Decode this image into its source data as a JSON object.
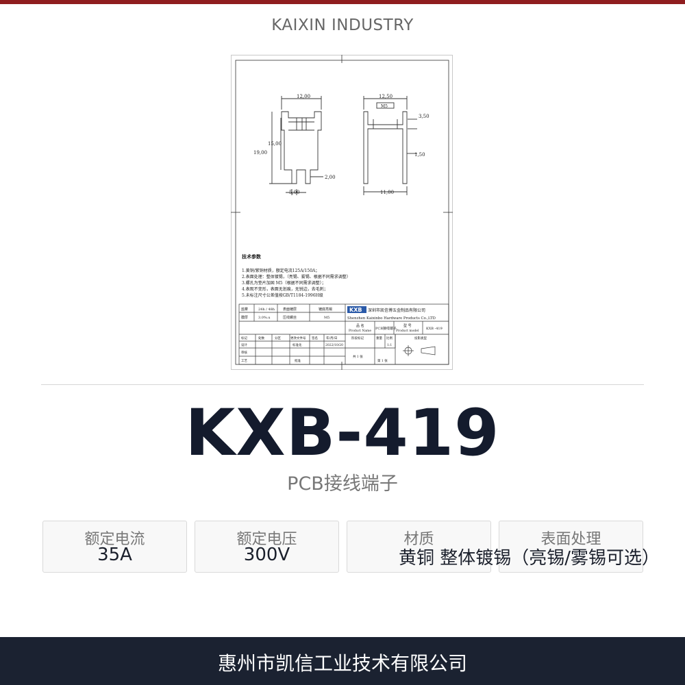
{
  "header": {
    "brand": "KAIXIN INDUSTRY"
  },
  "drawing": {
    "dims": {
      "d12": "12,00",
      "d15": "15,00",
      "d19": "19,00",
      "d5": "5,00",
      "d2": "2,00",
      "d125": "12,50",
      "m5": "M5",
      "d35": "3,50",
      "d15b": "1,50",
      "d11": "11,00"
    },
    "tech_title": "技术参数",
    "tech_lines": [
      "1.黄铜/紫铜材质，额定电流125A/150A；",
      "2.表面处理：整体镀锡，（亮锡、雾锡、根据不同需求调整）",
      "3.螺孔为垫片加固 M5（根据不同需求调整）；",
      "4.表观不变形，表面无划痕，无锐边，去毛刺；",
      "5.未标注尺寸公差值按GB/T1184-1996H级"
    ],
    "title_block": {
      "logo": "KXB",
      "company_cn": "深圳市凯信博五金制品有限公司",
      "company_en": "Shenzhen Kaixinbo Hardware Products Co.,LTD",
      "row1": [
        "盐雾",
        "24h / 48h",
        "表面镀层",
        "镀底亮锡"
      ],
      "row2": [
        "膜厚",
        "3.0%.u",
        "压线螺丝",
        "M5"
      ],
      "product_name_label": "品 名",
      "product_name_label_en": "Product Name",
      "product_name": "PCB接线端子",
      "model_label": "型 号",
      "model_label_en": "Product model",
      "model_value": "KXB -419",
      "hdr": [
        "标记",
        "处数",
        "分区",
        "更改文件号",
        "签名",
        "年/月/日",
        "阶段标记",
        "重量",
        "比例",
        "投影类型"
      ],
      "design_row": [
        "设计",
        "标准化",
        "2022/10/20"
      ],
      "scale": "1:1",
      "review": "审核",
      "process": "工艺",
      "approve": "批准",
      "sheets_total": "共 1 张",
      "sheet_no": "第 1 张"
    }
  },
  "product": {
    "model": "KXB-419",
    "subtitle": "PCB接线端子"
  },
  "specs": [
    {
      "label": "额定电流",
      "value": "35A"
    },
    {
      "label": "额定电压",
      "value": "300V"
    },
    {
      "label": "材质",
      "value": "黄铜 整体镀锡（亮锡/雾锡可选）"
    },
    {
      "label": "表面处理",
      "value": ""
    }
  ],
  "footer": {
    "company": "惠州市凯信工业技术有限公司"
  },
  "colors": {
    "top_bar": "#8f1d1f",
    "footer_bg": "#1b2231",
    "model_text": "#141b2d"
  }
}
